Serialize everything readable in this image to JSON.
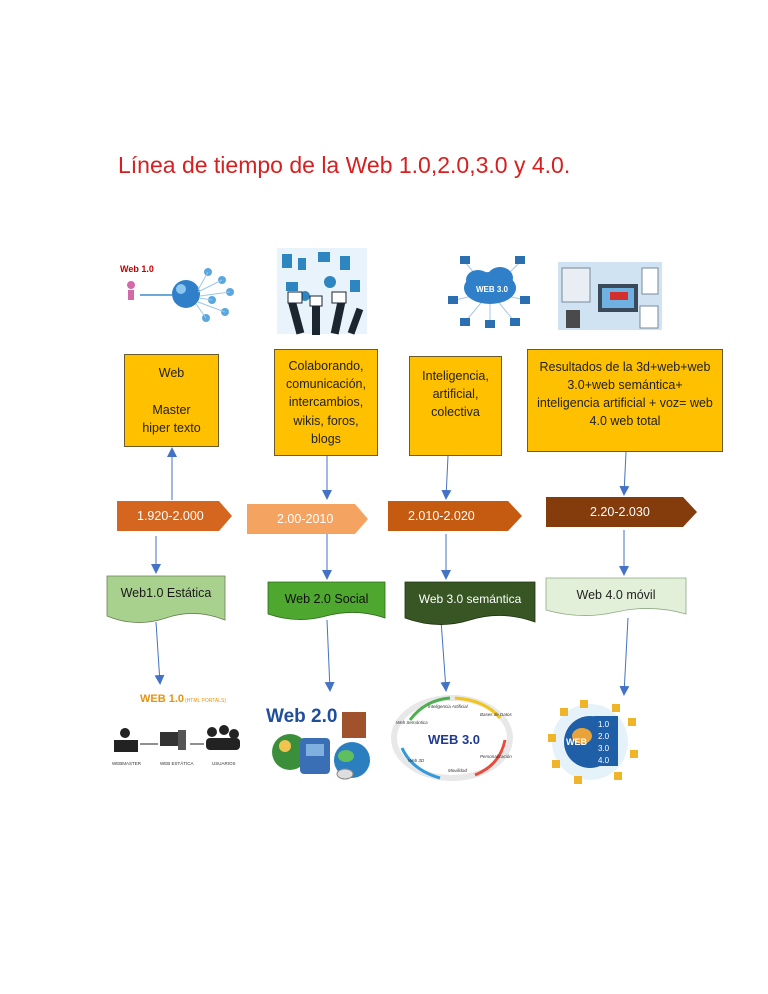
{
  "title": "Línea de tiempo de la Web 1.0,2.0,3.0 y 4.0.",
  "colors": {
    "title": "#d81f1f",
    "box": "#ffc000",
    "date1": "#d4661f",
    "date2": "#f4a460",
    "date3": "#c55a11",
    "date4": "#843c0c",
    "wave1": "#a9d18e",
    "wave2": "#4ea72e",
    "wave3": "#375623",
    "wave4": "#e2f0d9",
    "arrow": "#4472c4"
  },
  "columns": [
    {
      "top_image_icon": "web1-network-illustration",
      "top_image_text": "Web 1.0",
      "description": "Web\n\nMaster\nhiper texto",
      "date": "1.920-2.000",
      "version": "Web1.0 Estática",
      "bottom_image_icon": "web1-webmaster-users-illustration",
      "bottom_image_texts": [
        "WEB 1.0",
        "(HTML PORTALS)",
        "WEBMASTER",
        "WEB ESTÁTICA",
        "USUARIOS"
      ]
    },
    {
      "top_image_icon": "web2-social-hands-illustration",
      "description": "Colaborando,\ncomunicación,\nintercambios,\nwikis, foros,\nblogs",
      "date": "2.00-2010",
      "version": "Web 2.0 Social",
      "bottom_image_icon": "web2-globe-backpack-illustration",
      "bottom_image_texts": [
        "Web 2.0"
      ]
    },
    {
      "top_image_icon": "web3-cloud-network-illustration",
      "top_image_text": "WEB 3.0",
      "description": "Inteligencia,\nartificial,\ncolectiva",
      "date": "2.010-2.020",
      "version": "Web 3.0 semántica",
      "bottom_image_icon": "web3-cycle-illustration",
      "bottom_image_texts": [
        "WEB 3.0",
        "Inteligencia Artificial",
        "Bases de Datos",
        "Web Semántica",
        "Personalización",
        "Movilidad",
        "Web 3D"
      ]
    },
    {
      "top_image_icon": "web4-devices-illustration",
      "description": "Resultados de la 3d+web+web\n3.0+web semántica+\ninteligencia artificial + voz= web\n4.0 web total",
      "date": "2.20-2.030",
      "version": "Web 4.0 móvil",
      "bottom_image_icon": "web4-globe-icons-illustration",
      "bottom_image_texts": [
        "WEB",
        "1.0",
        "2.0",
        "3.0",
        "4.0"
      ]
    }
  ]
}
